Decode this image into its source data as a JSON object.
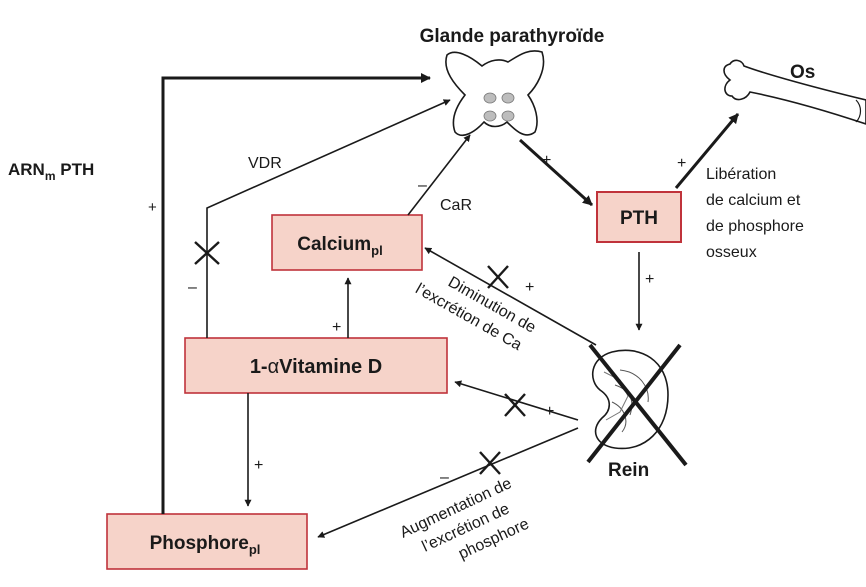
{
  "title": "Glande parathyroïde",
  "nodes": {
    "pth": "PTH",
    "calcium": {
      "main": "Calcium",
      "sub": "pl"
    },
    "vitamin_d": {
      "prefix": "1-",
      "alpha": "α",
      "main": "Vitamine D"
    },
    "phosphore": {
      "main": "Phosphore",
      "sub": "pl"
    },
    "rein": "Rein",
    "os": "Os"
  },
  "labels": {
    "arn": {
      "main": "ARN",
      "sub": "m",
      "rest": " PTH"
    },
    "vdr": "VDR",
    "car": "CaR",
    "bone_release": [
      "Libération",
      "de calcium et",
      "de phosphore",
      "osseux"
    ],
    "diminution": [
      "Diminution de",
      "l’excrétion de Ca"
    ],
    "augmentation": [
      "Augmentation de",
      "l’excrétion de",
      "phosphore"
    ]
  },
  "signs": {
    "plus": "+",
    "minus": "–"
  },
  "colors": {
    "box_fill": "#f6d3c9",
    "box_stroke": "#c0333b",
    "line": "#1a1a1a"
  },
  "icons": [
    "parathyroid-gland-icon",
    "bone-icon",
    "kidney-icon",
    "cross-mark-icon"
  ]
}
